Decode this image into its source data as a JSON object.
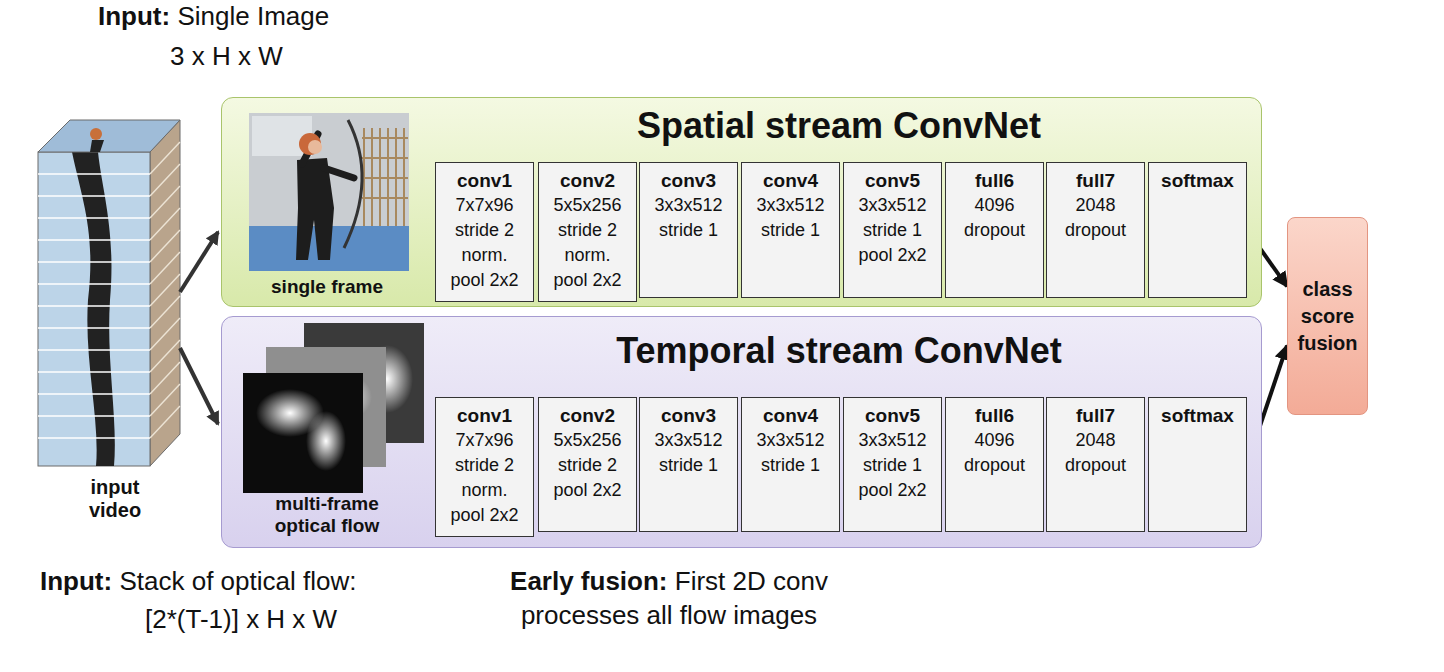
{
  "diagram": {
    "nodes": [
      {
        "text": [
          "Spatial stream ConvNet"
        ]
      },
      {
        "text": [
          "conv1",
          "7x7x96",
          "stride 2",
          "norm.",
          "pool 2x2"
        ],
        "in": 0
      },
      {
        "text": [
          "conv2",
          "5x5x256",
          "stride 2",
          "norm.",
          "pool 2x2"
        ],
        "in": 0
      },
      {
        "text": [
          "conv3",
          "3x3x512",
          "stride 1"
        ],
        "in": 0
      },
      {
        "text": [
          "conv4",
          "3x3x512",
          "stride 1"
        ],
        "in": 0
      },
      {
        "text": [
          "conv5",
          "3x3x512",
          "stride 1",
          "pool 2x2"
        ],
        "in": 0
      },
      {
        "text": [
          "full6",
          "4096",
          "dropout"
        ],
        "in": 0
      },
      {
        "text": [
          "full7",
          "2048",
          "dropout"
        ],
        "in": 0
      },
      {
        "text": [
          "softmax"
        ],
        "in": 0
      },
      {
        "text": [
          "Temporal stream ConvNet"
        ]
      },
      {
        "text": [
          "conv1",
          "7x7x96",
          "stride 2",
          "norm.",
          "pool 2x2"
        ],
        "in": 9
      },
      {
        "text": [
          "conv2",
          "5x5x256",
          "stride 2",
          "pool 2x2"
        ],
        "in": 9
      },
      {
        "text": [
          "conv3",
          "3x3x512",
          "stride 1"
        ],
        "in": 9
      },
      {
        "text": [
          "conv4",
          "3x3x512",
          "stride 1"
        ],
        "in": 9
      },
      {
        "text": [
          "conv5",
          "3x3x512",
          "stride 1",
          "pool 2x2"
        ],
        "in": 9
      },
      {
        "text": [
          "full6",
          "4096",
          "dropout"
        ],
        "in": 9
      },
      {
        "text": [
          "full7",
          "2048",
          "dropout"
        ],
        "in": 9
      },
      {
        "text": [
          "softmax"
        ],
        "in": 9
      },
      {
        "text": [
          "class score fusion"
        ]
      }
    ],
    "edges": [
      {
        "from": 8,
        "to": 18,
        "arrow": "to"
      },
      {
        "from": 17,
        "to": 18,
        "arrow": "to"
      }
    ],
    "labels": [
      "Input:",
      "Single Image",
      "3 x H x W",
      "input video",
      "single frame",
      "multi-frame optical flow",
      "Input:",
      "Stack of optical flow:",
      "[2*(T-1)] x H x W",
      "Early fusion:",
      "First 2D conv processes all flow images"
    ]
  }
}
